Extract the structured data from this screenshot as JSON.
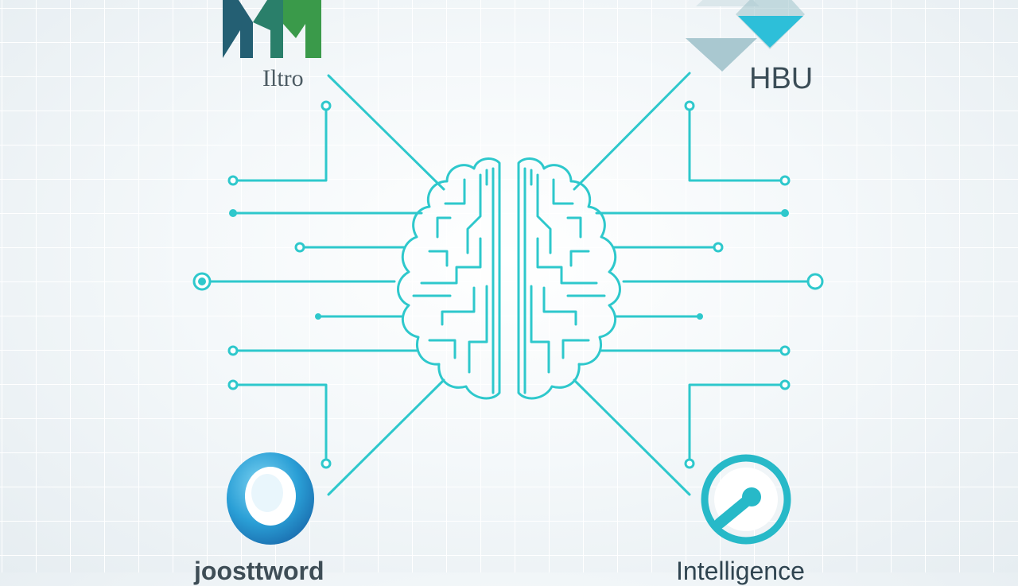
{
  "colors": {
    "background": "#eef3f6",
    "grid_line": "#ffffff",
    "circuit": "#2ec8cc",
    "logo_m_left": "#245f73",
    "logo_m_right": "#3a9a4a",
    "logo_diamond_light": "#a9c8d0",
    "logo_diamond_accent": "#2dbfd9",
    "logo_ring": "#2a9fd6",
    "logo_wheel": "#27b9c8"
  },
  "logos": {
    "top_left": {
      "icon": "m-logo-icon",
      "text": "Iltro"
    },
    "top_right": {
      "icon": "diamond-logo-icon",
      "text": "HBU"
    },
    "bottom_left": {
      "icon": "ring-logo-icon",
      "text": "joosttword"
    },
    "bottom_right": {
      "icon": "wheel-logo-icon",
      "text": "Intelligence"
    }
  },
  "center": {
    "icon": "circuit-brain-icon"
  }
}
